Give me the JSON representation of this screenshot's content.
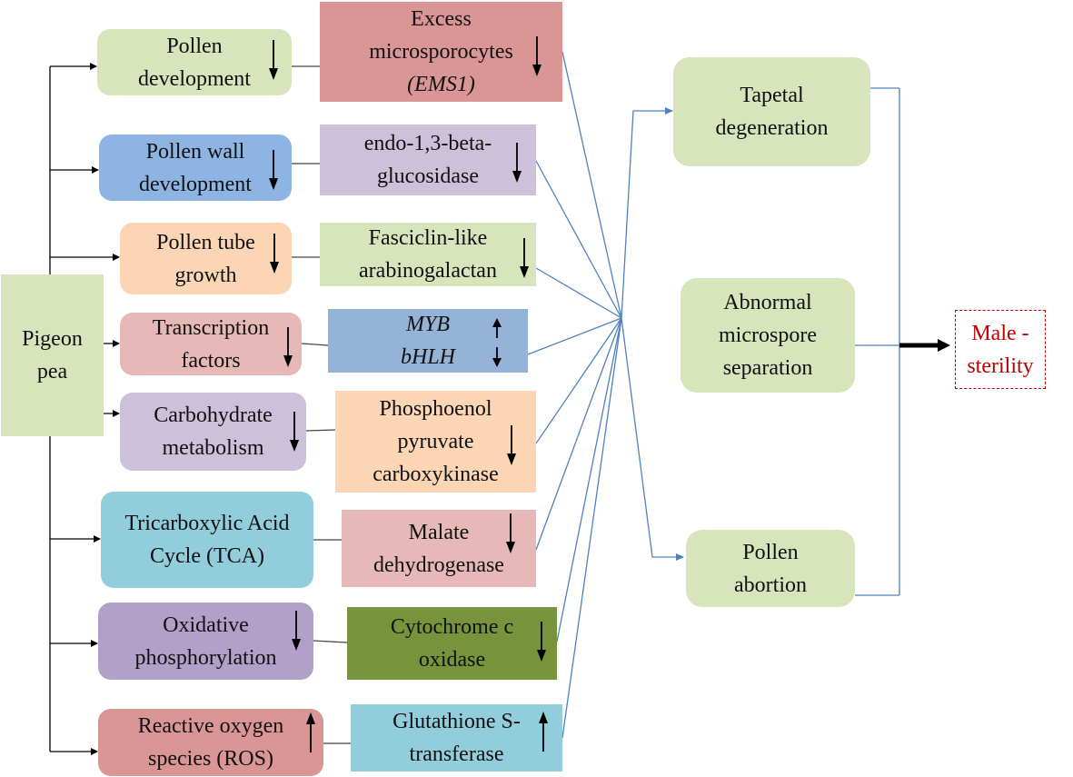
{
  "source": {
    "label": "Pigeon pea"
  },
  "processes": [
    {
      "label": "Pollen development",
      "direction": "down"
    },
    {
      "label": "Pollen wall development",
      "direction": "down"
    },
    {
      "label": "Pollen tube growth",
      "direction": "down"
    },
    {
      "label": "Transcription factors",
      "direction": "down"
    },
    {
      "label": "Carbohydrate metabolism",
      "direction": "down"
    },
    {
      "label": "Tricarboxylic Acid Cycle (TCA)",
      "direction": "none"
    },
    {
      "label": "Oxidative phosphorylation",
      "direction": "down"
    },
    {
      "label": "Reactive oxygen species (ROS)",
      "direction": "up"
    }
  ],
  "genes": [
    {
      "lines": [
        "Excess",
        "microsporocytes",
        "(EMS1)"
      ],
      "direction": "down"
    },
    {
      "lines": [
        "endo-1,3-beta-",
        "glucosidase"
      ],
      "direction": "down"
    },
    {
      "lines": [
        "Fasciclin-like",
        "arabinogalactan"
      ],
      "direction": "down"
    },
    {
      "lines": [
        "MYB",
        "bHLH"
      ],
      "direction": "both"
    },
    {
      "lines": [
        "Phosphoenol",
        "pyruvate",
        "carboxykinase"
      ],
      "direction": "down"
    },
    {
      "lines": [
        "Malate",
        "dehydrogenase"
      ],
      "direction": "down"
    },
    {
      "lines": [
        "Cytochrome c",
        "oxidase"
      ],
      "direction": "down"
    },
    {
      "lines": [
        "Glutathione S-",
        "transferase"
      ],
      "direction": "up"
    }
  ],
  "effects": [
    {
      "lines": [
        "Tapetal",
        "degeneration"
      ]
    },
    {
      "lines": [
        "Abnormal",
        "microspore",
        "separation"
      ]
    },
    {
      "lines": [
        "Pollen",
        "abortion"
      ]
    }
  ],
  "outcome": {
    "lines": [
      "Male -",
      "sterility"
    ]
  },
  "colors": {
    "green": "#d8e4bc",
    "red": "#da9694",
    "blue": "#8db4e2",
    "lavender": "#ccc0da",
    "peach": "#fcd5b4",
    "pink": "#e6b9b8",
    "slate_blue": "#95b3d7",
    "teal": "#92cddc",
    "purple": "#b1a0c7",
    "olive": "#77933c",
    "connector": "#4f81bd",
    "outcome_red": "#c00000"
  }
}
